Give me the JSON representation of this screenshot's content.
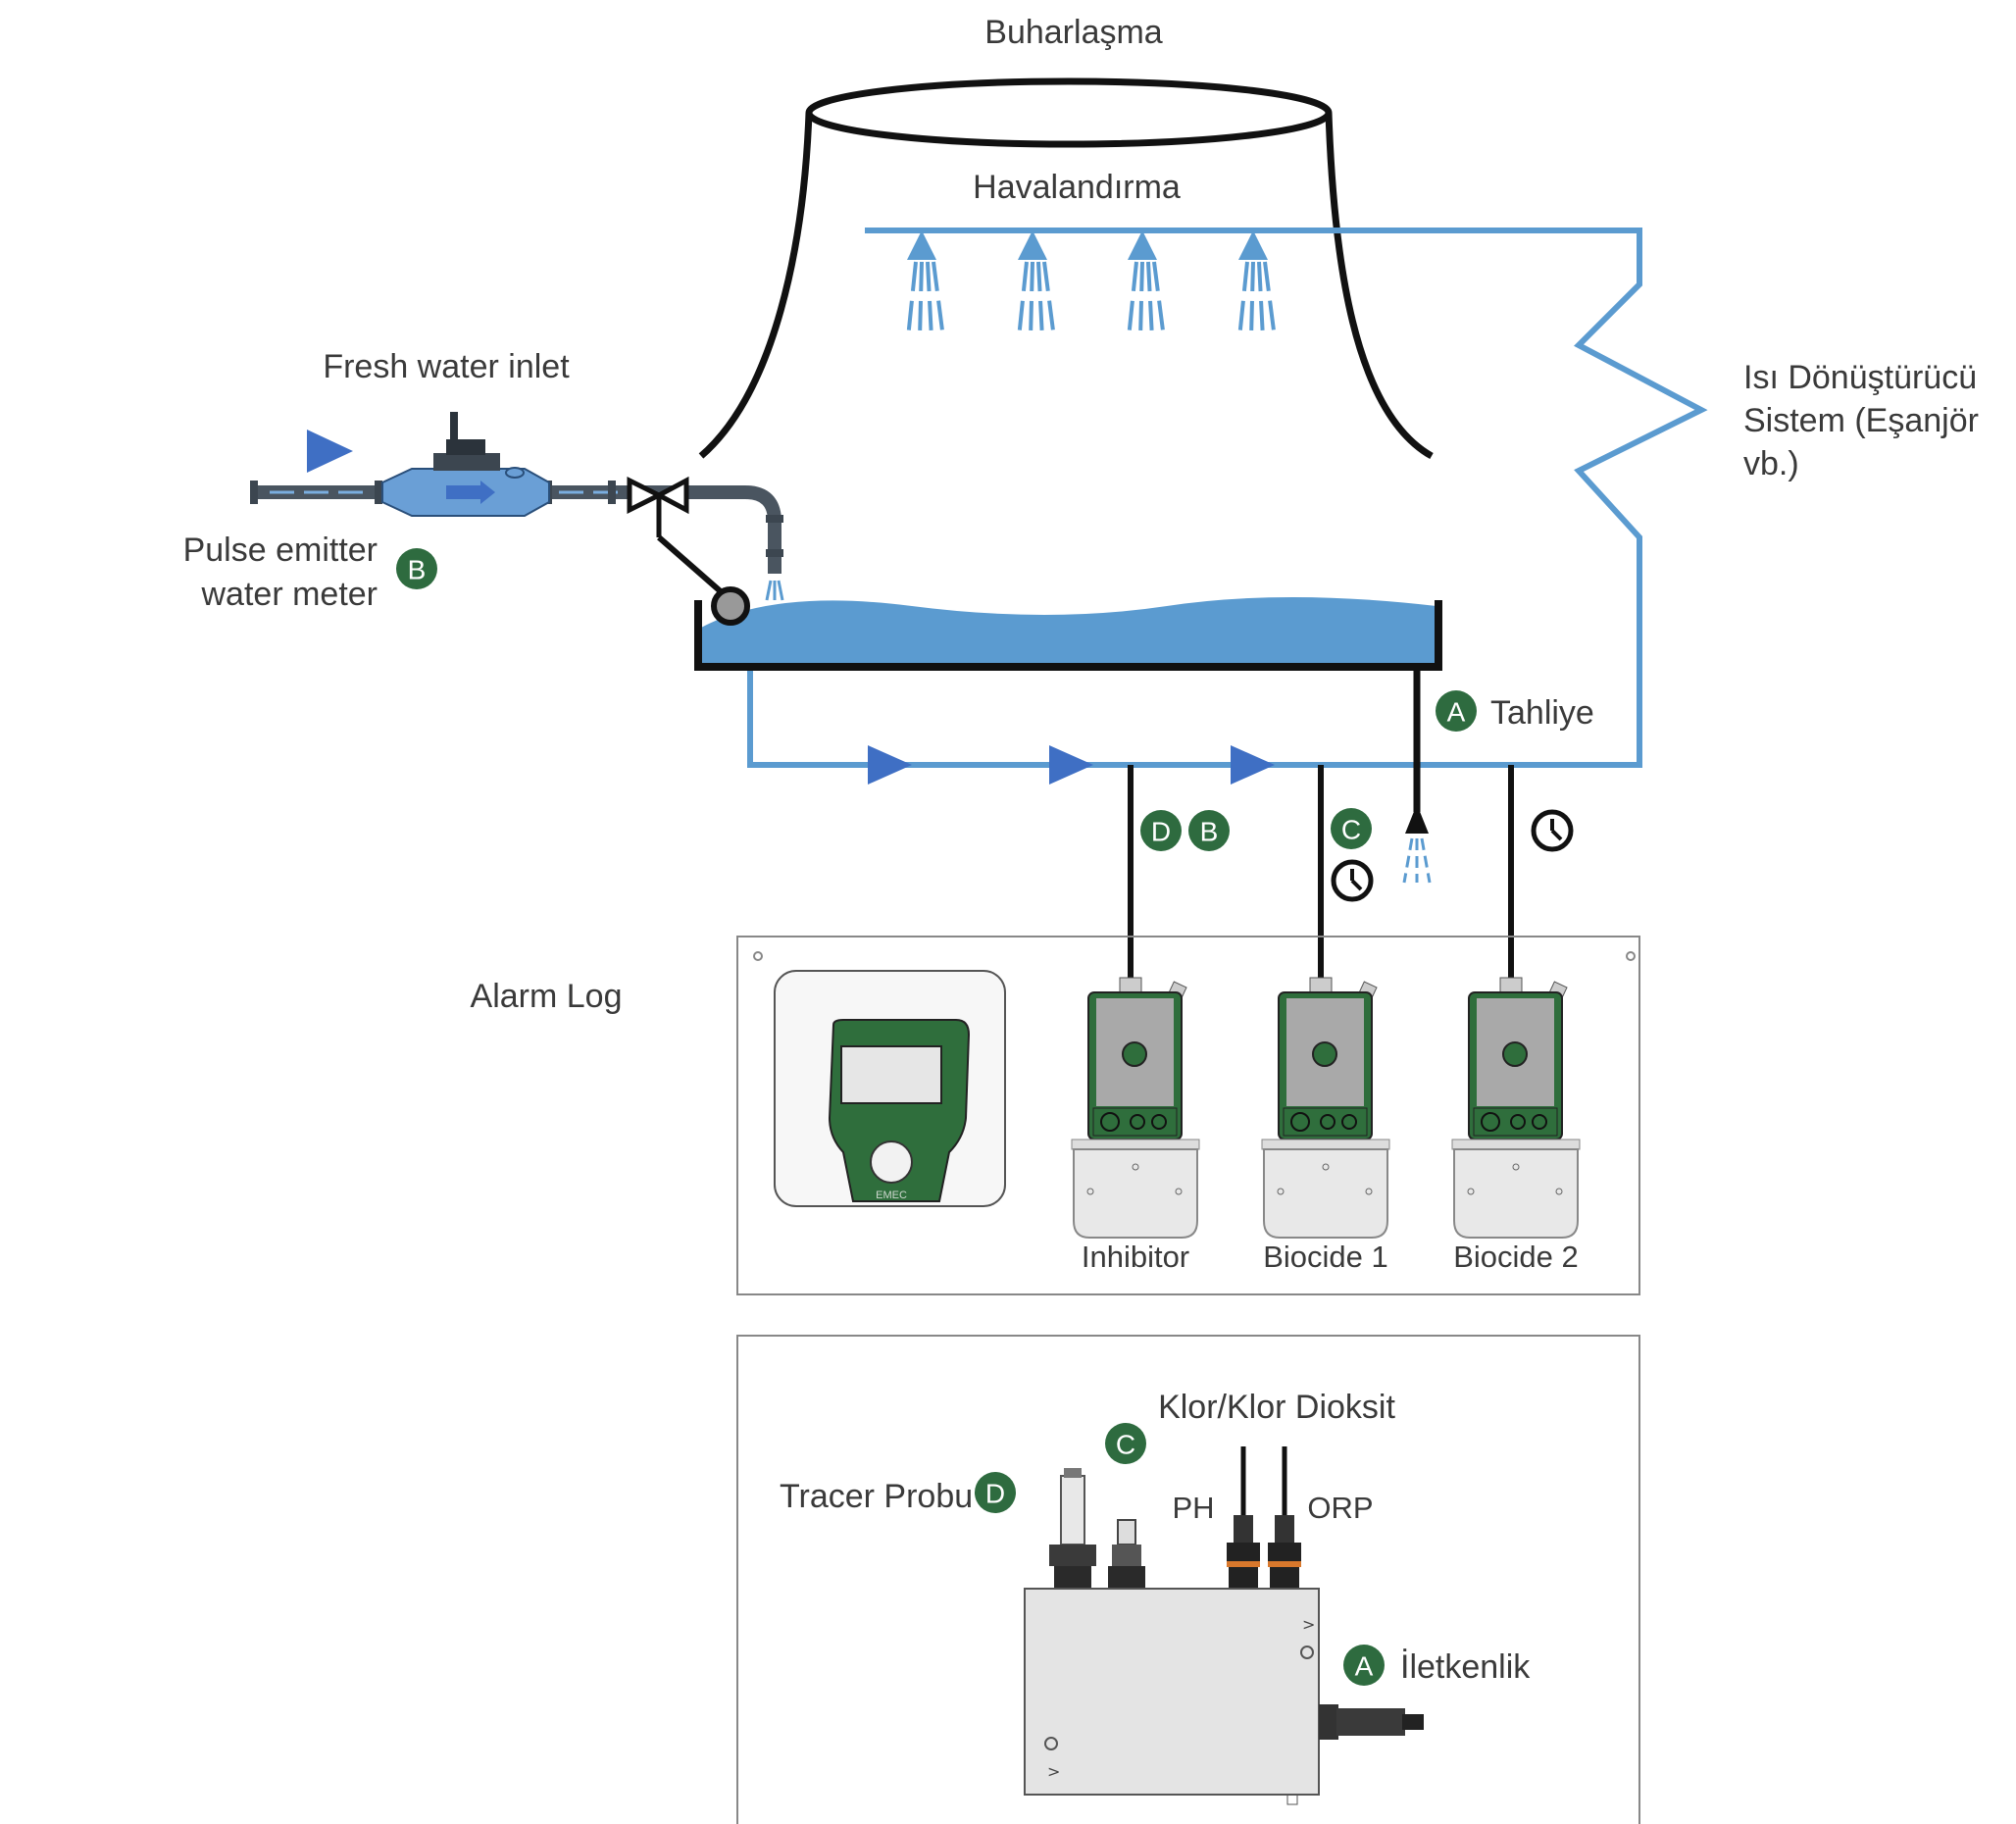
{
  "labels": {
    "evaporation": "Buharlaşma",
    "ventilation": "Havalandırma",
    "fresh_water_inlet": "Fresh water inlet",
    "pulse_meter_line1": "Pulse emitter",
    "pulse_meter_line2": "water meter",
    "heat_exchanger_line1": "Isı Dönüştürücü",
    "heat_exchanger_line2": "Sistem (Eşanjör",
    "heat_exchanger_line3": "vb.)",
    "drain": "Tahliye",
    "alarm_log": "Alarm Log",
    "inhibitor": "Inhibitor",
    "biocide1": "Biocide 1",
    "biocide2": "Biocide 2",
    "chlorine": "Klor/Klor Dioksit",
    "tracer_probe": "Tracer Probu",
    "ph": "PH",
    "orp": "ORP",
    "conductivity": "İletkenlik",
    "controller_brand": "EMEC"
  },
  "badges": {
    "a": "A",
    "b": "B",
    "c": "C",
    "d": "D"
  },
  "colors": {
    "water_blue": "#5b9bd0",
    "arrow_blue": "#3f6fc4",
    "badge_green": "#2e6b3f",
    "pump_green": "#2f6e3c",
    "outline": "#111111",
    "text": "#3a3a3a"
  },
  "icons": {
    "clock": "clock-icon",
    "spray": "spray-nozzle-icon",
    "flow": "flow-arrow-icon"
  }
}
